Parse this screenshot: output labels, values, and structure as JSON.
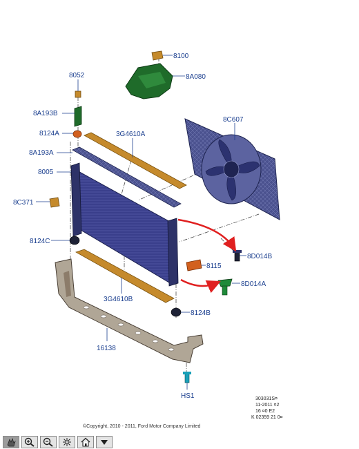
{
  "callouts": {
    "c8100": "8100",
    "c8A080": "8A080",
    "c8052": "8052",
    "c8A193B": "8A193B",
    "c8124A": "8124A",
    "c3G4610A": "3G4610A",
    "c8C607": "8C607",
    "c8A193A": "8A193A",
    "c8005": "8005",
    "c8C371": "8C371",
    "c8124C": "8124C",
    "c8D014B": "8D014B",
    "c8115": "8115",
    "c8D014A": "8D014A",
    "c3G4610B": "3G4610B",
    "c8124B": "8124B",
    "c16138": "16138",
    "cHS1": "HS1"
  },
  "meta": {
    "line1": "303031S¤",
    "line2": "11-2011 ¤2",
    "line3": "16 ¤0 E2",
    "line4": "K 02359 21 0¤"
  },
  "copyright": "©Copyright, 2010 - 2011, Ford Motor Company Limited",
  "toolbar": {
    "buttons": [
      "pan-icon",
      "zoom-in-icon",
      "zoom-out-icon",
      "fit-icon",
      "home-icon",
      "menu-down-icon"
    ]
  },
  "colors": {
    "label": "#1b3f8f",
    "radiator": "#3a3f8c",
    "shroud": "#3d4a8a",
    "seal": "#c58a2c",
    "arrow": "#e02020",
    "bracket": "#8c7c6a",
    "reservoir": "#1f6b2a"
  }
}
